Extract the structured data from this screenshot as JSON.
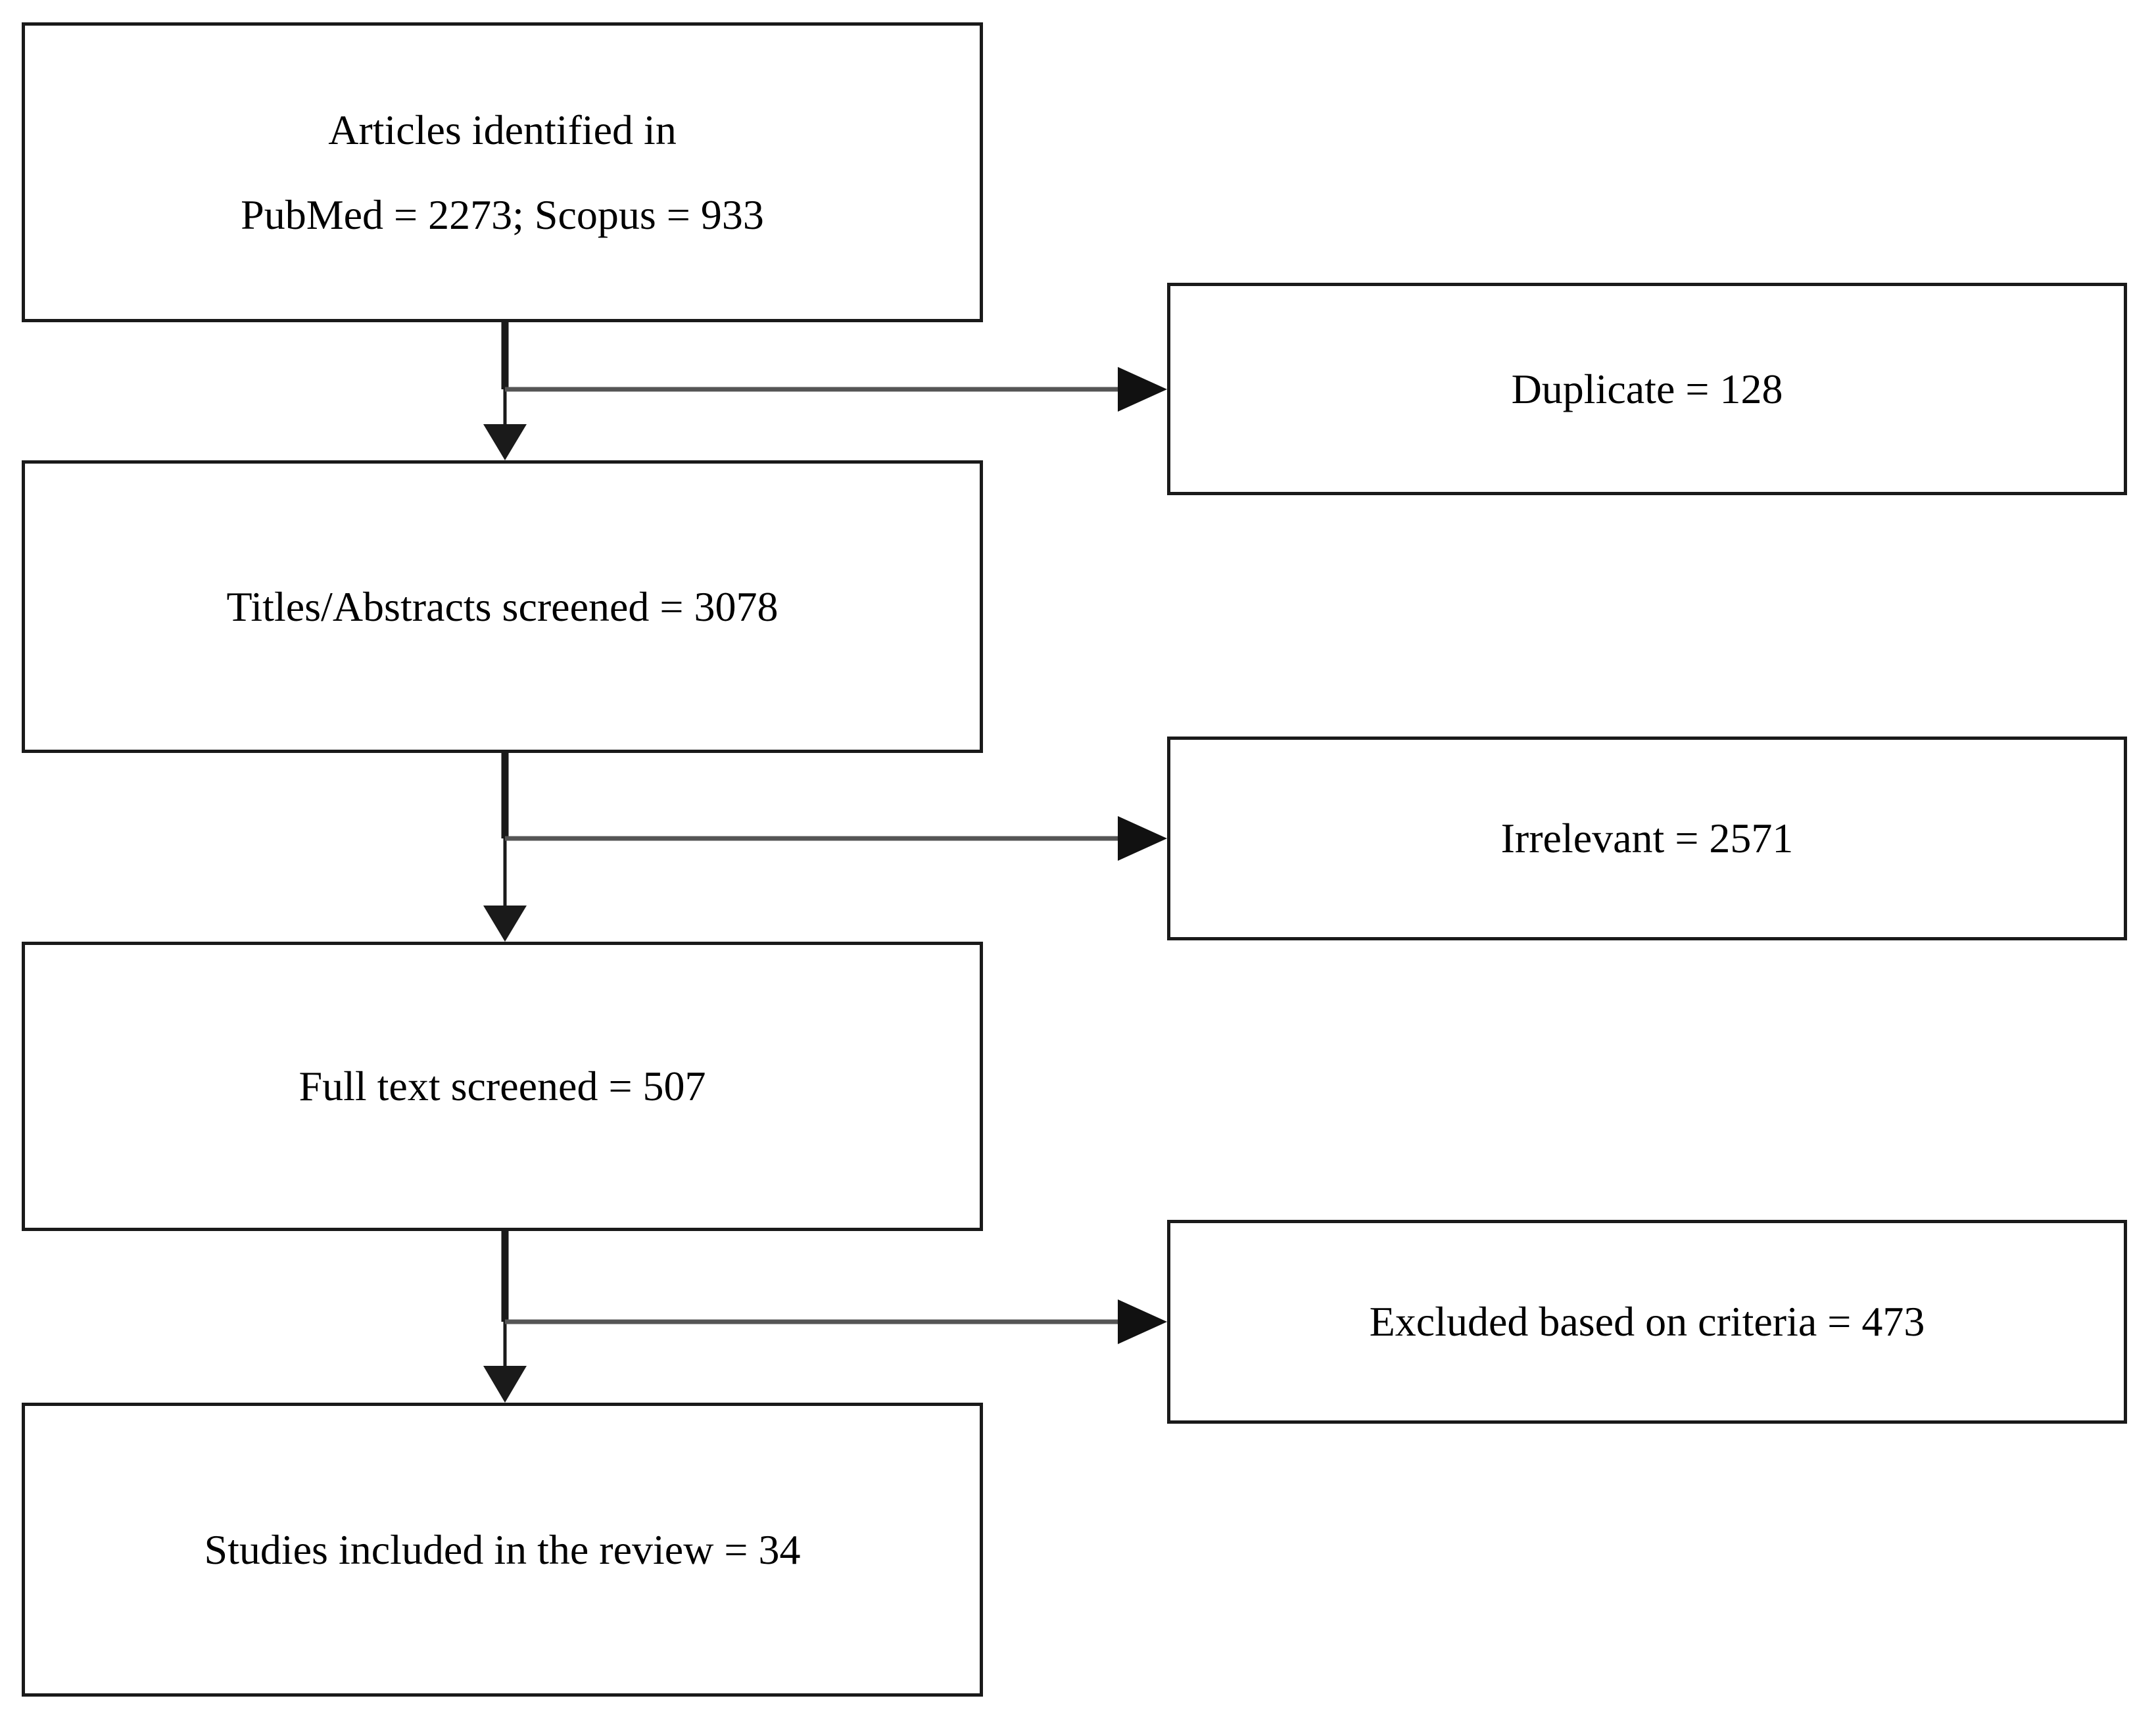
{
  "diagram": {
    "type": "prisma-flow-diagram",
    "orientation": "vertical-with-side-exclusions",
    "colors": {
      "background": "#ffffff",
      "box_border": "#1a1a1a",
      "text": "#000000",
      "connector": "#1a1a1a"
    },
    "main_flow": [
      {
        "id": "identification",
        "lines": [
          "Articles identified in",
          "PubMed = 2273; Scopus = 933"
        ],
        "line1": "Articles identified in",
        "line2": "PubMed = 2273; Scopus = 933"
      },
      {
        "id": "screening-titles",
        "lines": [
          "Titles/Abstracts screened = 3078"
        ],
        "line1": "Titles/Abstracts screened = 3078",
        "line2": ""
      },
      {
        "id": "screening-fulltext",
        "lines": [
          "Full text screened = 507"
        ],
        "line1": "Full text screened = 507",
        "line2": ""
      },
      {
        "id": "included",
        "lines": [
          "Studies included in the review = 34"
        ],
        "line1": "Studies included in the review = 34",
        "line2": ""
      }
    ],
    "exclusions": [
      {
        "id": "duplicates",
        "label": "Duplicate = 128"
      },
      {
        "id": "irrelevant",
        "label": "Irrelevant = 2571"
      },
      {
        "id": "excluded-criteria",
        "label": "Excluded based on criteria = 473"
      }
    ],
    "counts": {
      "pubmed": 2273,
      "scopus": 933,
      "duplicates": 128,
      "titles_abstracts_screened": 3078,
      "irrelevant": 2571,
      "full_text_screened": 507,
      "excluded_based_on_criteria": 473,
      "studies_included": 34
    }
  }
}
